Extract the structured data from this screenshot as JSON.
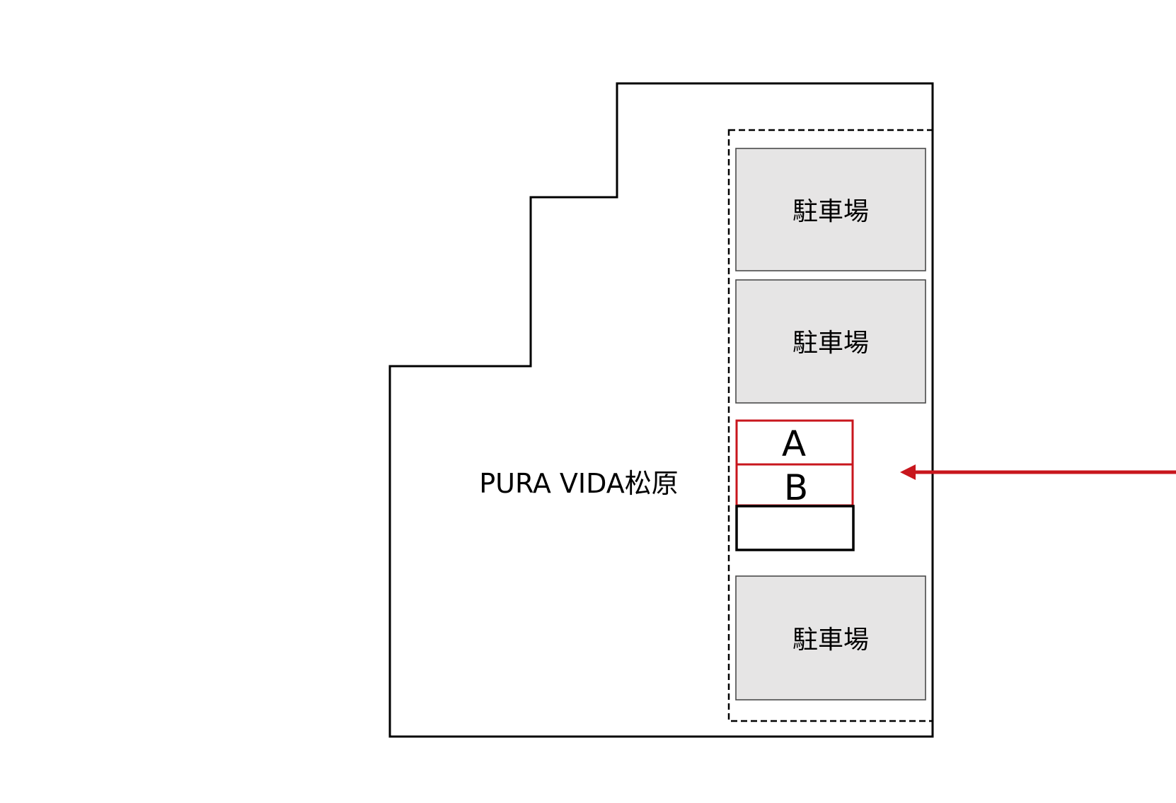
{
  "building": {
    "name": "PURA VIDA松原"
  },
  "parking": {
    "slots": [
      {
        "label": "駐車場"
      },
      {
        "label": "駐車場"
      },
      {
        "label": "駐車場"
      }
    ],
    "spots": [
      {
        "label": "A",
        "color": "#c8161d"
      },
      {
        "label": "B",
        "color": "#c8161d"
      },
      {
        "label": "",
        "color": "#000000"
      }
    ]
  },
  "arrow": {
    "color": "#c8161d"
  }
}
